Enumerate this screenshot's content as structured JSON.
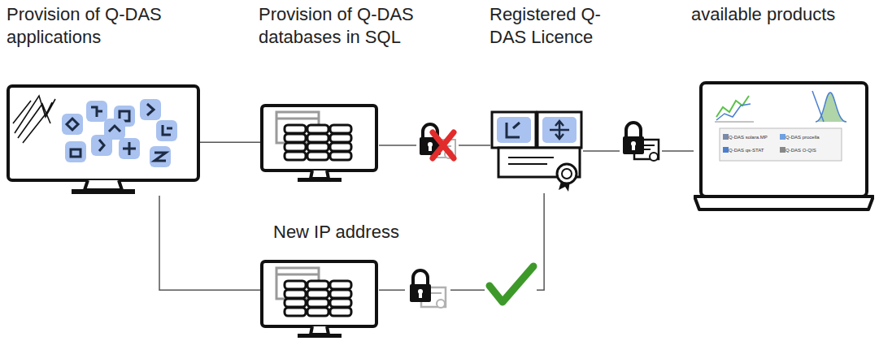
{
  "diagram": {
    "nodes": [
      {
        "text": [
          "Provision of Q-DAS applications"
        ]
      },
      {
        "text": [
          "Provision of Q-DAS databases in SQL"
        ]
      },
      {
        "text": [
          "Registered Q-DAS Licence"
        ]
      },
      {
        "text": [
          "available products"
        ]
      },
      {
        "text": [
          "New IP address"
        ]
      }
    ],
    "edges": [
      {
        "from": 0,
        "to": 1,
        "arrow": "none"
      },
      {
        "from": 1,
        "to": 2,
        "arrow": "none"
      },
      {
        "from": 2,
        "to": 3,
        "arrow": "none"
      },
      {
        "from": 0,
        "to": 4,
        "arrow": "none"
      },
      {
        "from": 4,
        "to": 2,
        "arrow": "none"
      }
    ],
    "labels": [
      "Q-DAS solara.MP",
      "Q-DAS procella",
      "Q-DAS qs-STAT",
      "Q-DAS O-QIS"
    ]
  }
}
